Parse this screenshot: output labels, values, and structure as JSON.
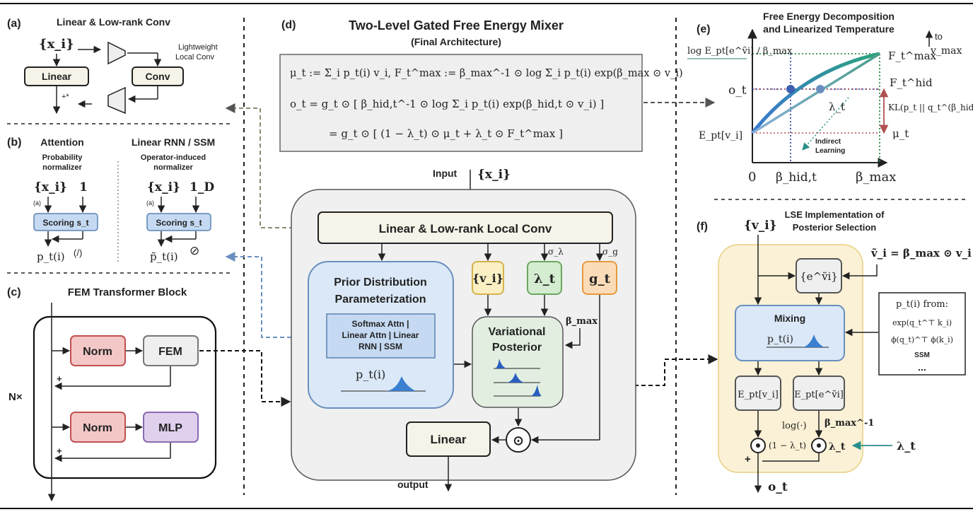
{
  "panel_a": {
    "label": "(a)",
    "title": "Linear & Low-rank Conv",
    "input": "{x_i}",
    "linear": "Linear",
    "conv": "Conv",
    "note_line1": "Lightweight",
    "note_line2": "Local Conv",
    "plus": "+*"
  },
  "panel_b": {
    "label": "(b)",
    "attn_title": "Attention",
    "attn_sub1": "Probability",
    "attn_sub2": "normalizer",
    "rnn_title": "Linear RNN / SSM",
    "rnn_sub1": "Operator-induced",
    "rnn_sub2": "normalizer",
    "input": "{x_i}",
    "one": "1",
    "one_d": "1_D",
    "scoring": "Scoring s_t",
    "tag_a": "(a)",
    "p_out": "p_t(i)",
    "p_tilde_out": "p̃_t(i)",
    "div": "(/)",
    "oslash": "⊘"
  },
  "panel_c": {
    "label": "(c)",
    "title": "FEM Transformer Block",
    "norm": "Norm",
    "fem": "FEM",
    "mlp": "MLP",
    "plus": "+",
    "repeat": "N×"
  },
  "panel_d": {
    "label": "(d)",
    "title": "Two-Level Gated Free Energy Mixer",
    "subtitle": "(Final Architecture)",
    "eq1": "μ_t := Σ_i p_t(i) v_i,  F_t^max := β_max^-1 ⊙ log Σ_i p_t(i) exp(β_max ⊙ v_i)",
    "eq2": "o_t  =  g_t ⊙ [ β_hid,t^-1 ⊙ log Σ_i p_t(i) exp(β_hid,t ⊙ v_i) ]",
    "eq3": "=  g_t ⊙ [ (1 − λ_t) ⊙ μ_t  +  λ_t ⊙ F_t^max ]",
    "input_label": "Input",
    "input_sym": "{x_i}",
    "linear_conv": "Linear & Low-rank Local Conv",
    "prior_title1": "Prior Distribution",
    "prior_title2": "Parameterization",
    "prior_opt1": "Softmax Attn |",
    "prior_opt2": "Linear Attn | Linear",
    "prior_opt3": "RNN | SSM",
    "p_label": "p_t(i)",
    "v_label": "{v_i}",
    "lambda_label": "λ_t",
    "g_label": "g_t",
    "sigma_lambda": "σ_λ",
    "sigma_g": "σ_g",
    "beta_max": "β_max",
    "post_title1": "Variational",
    "post_title2": "Posterior",
    "linear": "Linear",
    "odot": "⊙",
    "output": "output"
  },
  "panel_e": {
    "label": "(e)",
    "title1": "Free Energy Decomposition",
    "title2": "and Linearized Temperature",
    "to": "to",
    "v_max": "v_max",
    "y_top": "log E_pt[e^ṽi] / β_max",
    "o_t": "o_t",
    "e_v": "E_pt[v_i]",
    "f_max": "F_t^max",
    "f_hid": "F_t^hid",
    "kl": "KL(p_t || q_t^(β_hid)) / β_hid",
    "mu_t": "μ_t",
    "lambda_t": "λ_t",
    "indirect1": "Indirect",
    "indirect2": "Learning",
    "x_zero": "0",
    "x_hid": "β_hid,t",
    "x_max": "β_max"
  },
  "panel_f": {
    "label": "(f)",
    "title1": "LSE Implementation of",
    "title2": "Posterior Selection",
    "v_in": "{v_i}",
    "v_tilde": "ṽ_i = β_max ⊙ v_i",
    "exp_box": "{e^ṽi}",
    "mixing": "Mixing",
    "p_label": "p_t(i)",
    "e_v": "E_pt[v_i]",
    "e_exp": "E_pt[e^ṽi]",
    "log": "log(·)",
    "beta_inv": "β_max^-1",
    "one_minus": "(1 − λ_t)",
    "lambda_t": "λ_t",
    "lambda_in": "λ_t",
    "plus": "+",
    "o_out": "o_t",
    "from_title": "p_t(i) from:",
    "from1": "exp(q_t^⊤ k_i)",
    "from2": "ϕ(q_t)^⊤ ϕ(k_i)",
    "from3": "SSM",
    "from4": "..."
  }
}
